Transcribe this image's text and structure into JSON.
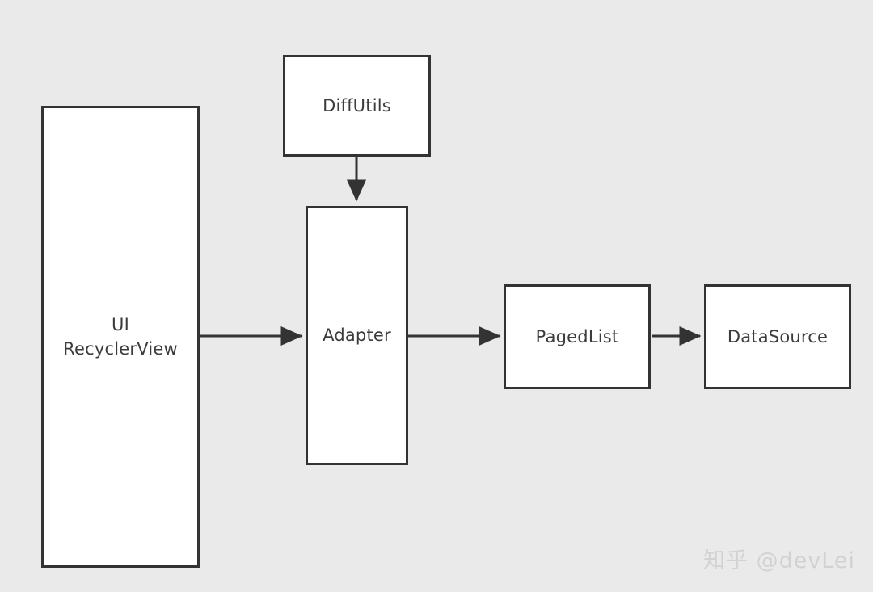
{
  "diagram": {
    "title": "Android Paging Library architecture flow",
    "background_color": "#eaeaea",
    "box_fill_color": "#ffffff",
    "box_border_color": "#333333",
    "text_color": "#3c3c3c",
    "nodes": [
      {
        "id": "ui",
        "label": "UI\nRecyclerView"
      },
      {
        "id": "diffutils",
        "label": "DiffUtils"
      },
      {
        "id": "adapter",
        "label": "Adapter"
      },
      {
        "id": "pagedlist",
        "label": "PagedList"
      },
      {
        "id": "datasource",
        "label": "DataSource"
      }
    ],
    "edges": [
      {
        "id": "diffutils-to-adapter",
        "from": "diffutils",
        "to": "adapter",
        "direction": "down",
        "label": ""
      },
      {
        "id": "ui-to-adapter",
        "from": "ui",
        "to": "adapter",
        "direction": "right",
        "label": ""
      },
      {
        "id": "adapter-to-pagedlist",
        "from": "adapter",
        "to": "pagedlist",
        "direction": "right",
        "label": ""
      },
      {
        "id": "pagedlist-to-datasource",
        "from": "pagedlist",
        "to": "datasource",
        "direction": "right",
        "label": ""
      }
    ]
  },
  "watermark": {
    "text": "知乎 @devLei",
    "color": "#d2d2d2"
  }
}
